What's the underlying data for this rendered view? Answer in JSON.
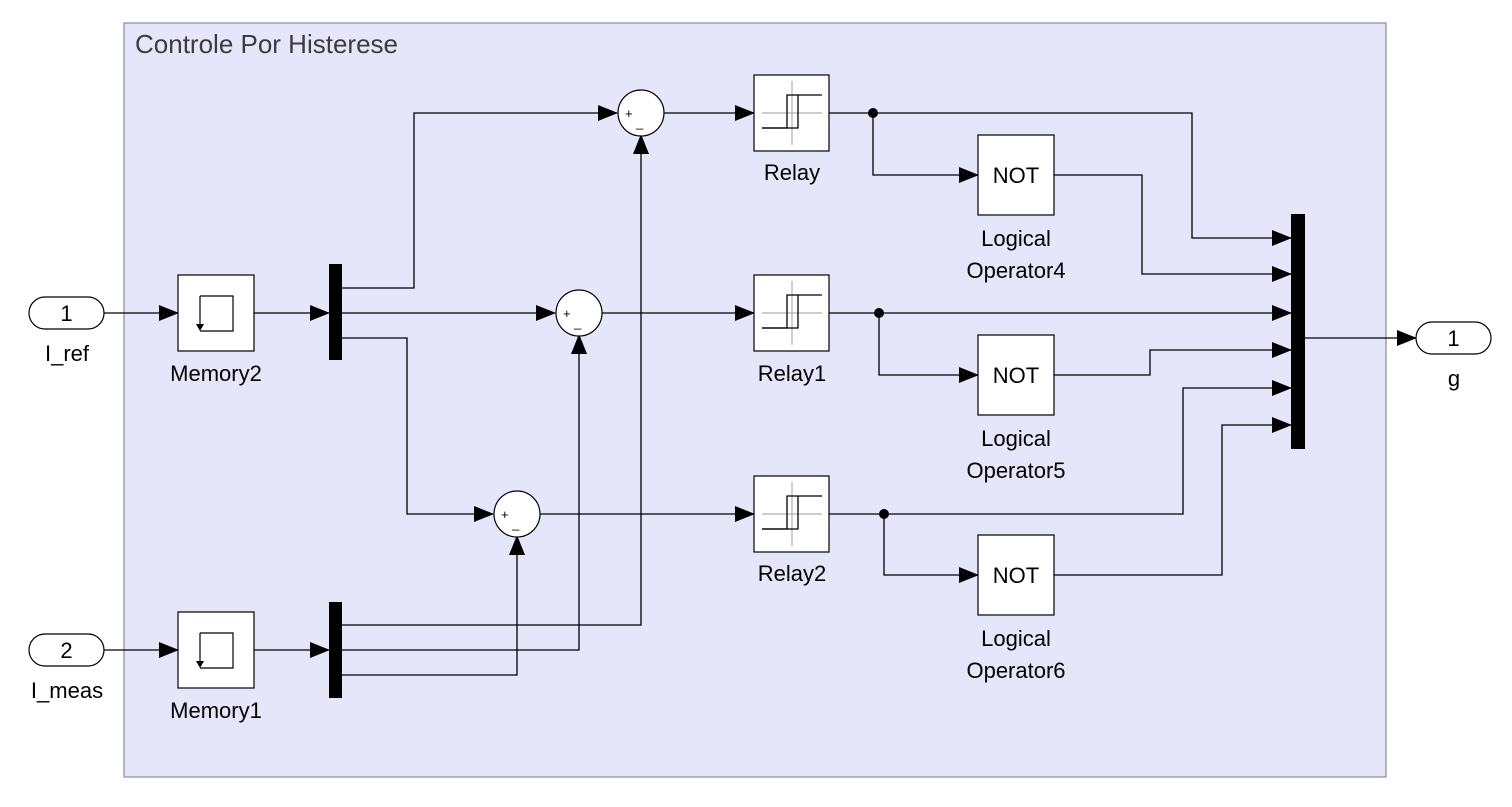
{
  "subsystem": {
    "title": "Controle Por Histerese"
  },
  "inports": [
    {
      "number": "1",
      "name": "I_ref"
    },
    {
      "number": "2",
      "name": "I_meas"
    }
  ],
  "outport": {
    "number": "1",
    "name": "g"
  },
  "memory_blocks": [
    {
      "name": "Memory2"
    },
    {
      "name": "Memory1"
    }
  ],
  "sum_signs": {
    "plus": "+",
    "minus": "_"
  },
  "relays": [
    {
      "name": "Relay"
    },
    {
      "name": "Relay1"
    },
    {
      "name": "Relay2"
    }
  ],
  "not_blocks": [
    {
      "text": "NOT",
      "name_line1": "Logical",
      "name_line2": "Operator4"
    },
    {
      "text": "NOT",
      "name_line1": "Logical",
      "name_line2": "Operator5"
    },
    {
      "text": "NOT",
      "name_line1": "Logical",
      "name_line2": "Operator6"
    }
  ],
  "colors": {
    "subsystem_fill": "#e6e6fa",
    "subsystem_border": "#8a8a9a"
  }
}
